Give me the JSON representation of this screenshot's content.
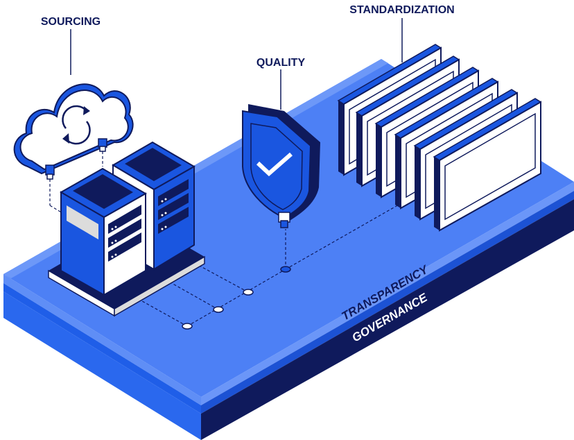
{
  "labels": {
    "sourcing": "SOURCING",
    "quality": "QUALITY",
    "standardization": "STANDARDIZATION",
    "transparency": "TRANSPARENCY",
    "governance": "GOVERNANCE"
  },
  "colors": {
    "navy": "#0f1a5c",
    "blue": "#1a56e0",
    "platform_top": "#4a7ef5",
    "platform_light": "#6e98f7",
    "white": "#ffffff",
    "light_gray": "#dcdcdc"
  },
  "icons": [
    "cloud-sync-icon",
    "server-rack-icon",
    "shield-check-icon",
    "monitor-panel-icon"
  ]
}
